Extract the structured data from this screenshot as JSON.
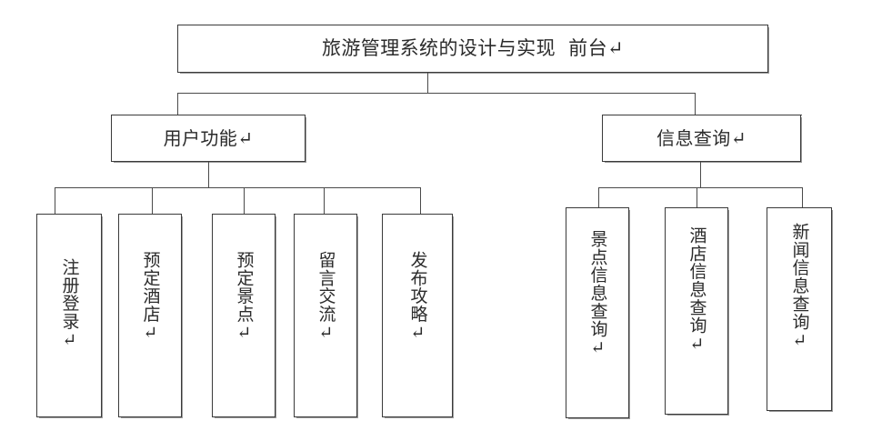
{
  "diagram": {
    "type": "tree",
    "title_node": {
      "id": "root",
      "label": "旅游管理系统的设计与实现  前台↵"
    },
    "level2": [
      {
        "id": "user-functions",
        "label": "用户功能↵"
      },
      {
        "id": "info-query",
        "label": "信息查询↵"
      }
    ],
    "user_function_leaves": [
      {
        "id": "register-login",
        "label": "注册登录↵"
      },
      {
        "id": "book-hotel",
        "label": "预定酒店↵"
      },
      {
        "id": "book-attraction",
        "label": "预定景点↵"
      },
      {
        "id": "message-exchange",
        "label": "留言交流↵"
      },
      {
        "id": "publish-guide",
        "label": "发布攻略↵"
      }
    ],
    "info_query_leaves": [
      {
        "id": "attraction-info-query",
        "label": "景点信息查询↵"
      },
      {
        "id": "hotel-info-query",
        "label": "酒店信息查询↵"
      },
      {
        "id": "news-info-query",
        "label": "新闻信息查询↵"
      }
    ],
    "colors": {
      "border": "#3a3a3a",
      "line": "#4a4a4a",
      "text": "#2b2b2b",
      "background": "#ffffff"
    }
  }
}
